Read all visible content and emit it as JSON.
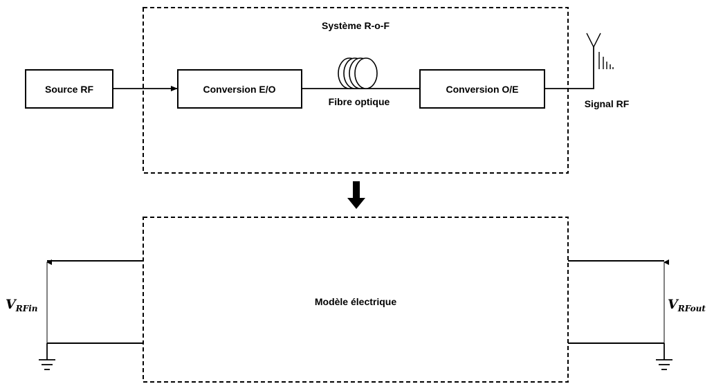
{
  "system_label": "Système R-o-F",
  "source_label": "Source RF",
  "eo_label": "Conversion E/O",
  "fiber_label": "Fibre optique",
  "oe_label": "Conversion O/E",
  "signal_label": "Signal RF",
  "model_label": "Modèle électrique",
  "vin": {
    "symbol": "V",
    "subscript": "RFin"
  },
  "vout": {
    "symbol": "V",
    "subscript": "RFout"
  },
  "colors": {
    "line": "#000000",
    "background": "#ffffff"
  },
  "icons": [
    "fiber-coil-icon",
    "antenna-icon",
    "down-arrow-icon",
    "ground-icon"
  ]
}
